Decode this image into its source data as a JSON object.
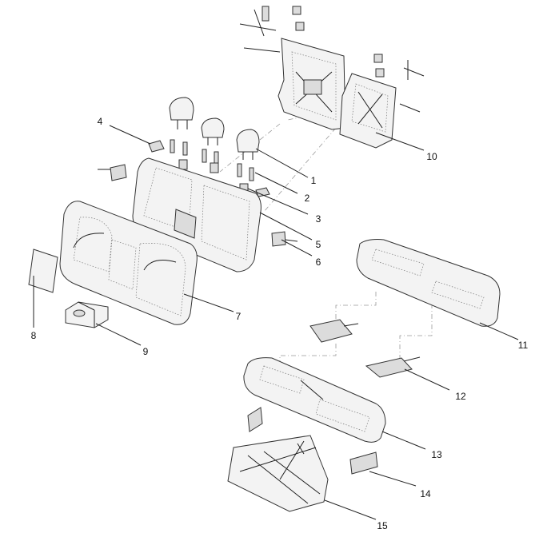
{
  "callouts": [
    "1",
    "2",
    "3",
    "4",
    "5",
    "6",
    "7",
    "8",
    "9",
    "10",
    "11",
    "12",
    "13",
    "14",
    "15"
  ],
  "colors": {
    "line": "#222222",
    "part_fill": "#f3f3f3",
    "part_shade": "#dcdcdc"
  }
}
